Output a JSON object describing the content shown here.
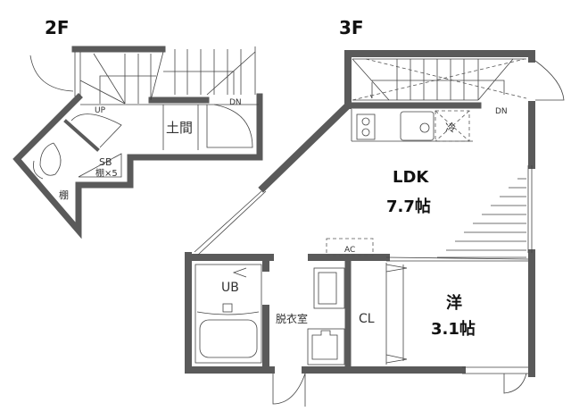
{
  "floors": [
    {
      "label": "2F",
      "rooms": {
        "entry": "土間",
        "sb": "SB",
        "sb_shelves": "棚×5",
        "shelf": "棚",
        "up": "UP",
        "dn": "DN"
      }
    },
    {
      "label": "3F",
      "rooms": {
        "ldk_name": "LDK",
        "ldk_size": "7.7帖",
        "western_name": "洋",
        "western_size": "3.1帖",
        "ub": "UB",
        "dressing": "脱衣室",
        "closet": "CL",
        "ac": "AC",
        "fridge": "冷",
        "dn": "DN"
      }
    }
  ],
  "colors": {
    "wall": "#5a5a5a",
    "line": "#444444"
  }
}
